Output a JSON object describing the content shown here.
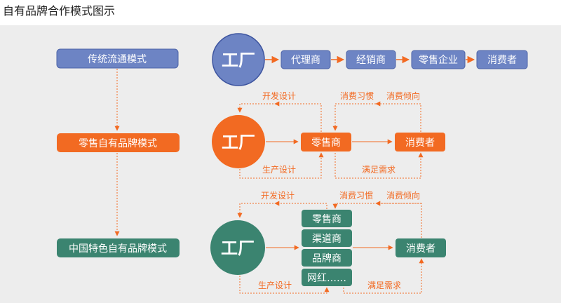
{
  "page_title": "自有品牌合作模式图示",
  "colors": {
    "blue": "#6d84c4",
    "orange": "#f26a22",
    "green": "#3b8470",
    "arrow": "#f26a22",
    "panel": "#ededed"
  },
  "left_labels": {
    "traditional": "传统流通模式",
    "retail_own": "零售自有品牌模式",
    "china_own": "中国特色自有品牌模式"
  },
  "row1": {
    "factory": "工厂",
    "chain": [
      "代理商",
      "经销商",
      "零售企业",
      "消费者"
    ]
  },
  "row2": {
    "factory": "工厂",
    "retailer": "零售商",
    "consumer": "消费者",
    "dev_design": "开发设计",
    "prod_design": "生产设计",
    "habits": "消费习惯",
    "tendency": "消费倾向",
    "demand": "满足需求"
  },
  "row3": {
    "factory": "工厂",
    "channels": [
      "零售商",
      "渠道商",
      "品牌商",
      "网红……"
    ],
    "consumer": "消费者",
    "dev_design": "开发设计",
    "prod_design": "生产设计",
    "habits": "消费习惯",
    "tendency": "消费倾向",
    "demand": "满足需求"
  }
}
